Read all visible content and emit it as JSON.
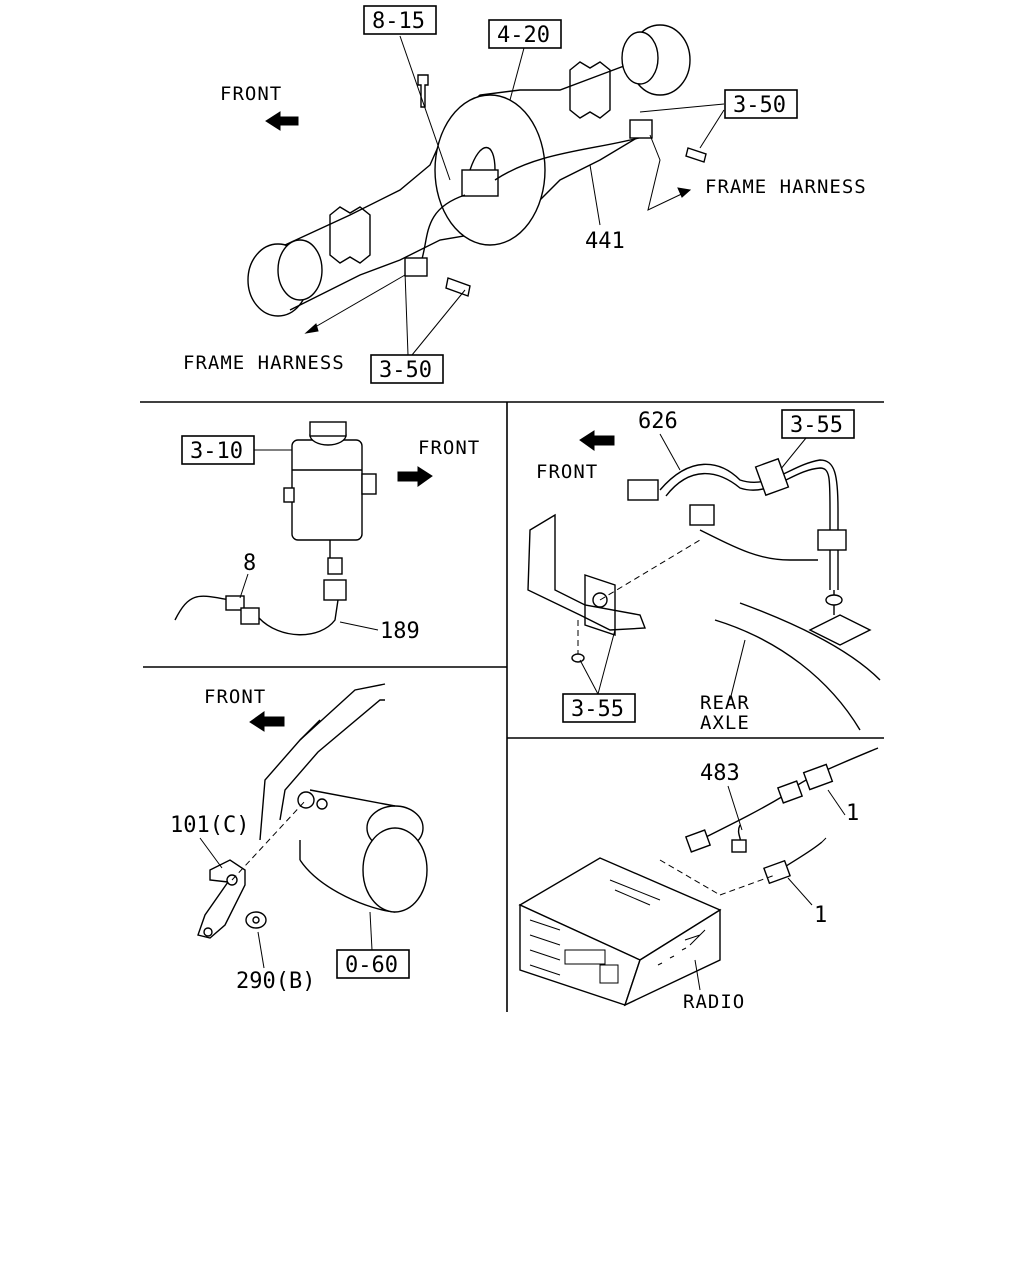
{
  "panels": {
    "axle_harness": {
      "front_label": "FRONT",
      "frame_harness_right": "FRAME HARNESS",
      "frame_harness_left": "FRAME HARNESS",
      "ref_8_15": "8-15",
      "ref_4_20": "4-20",
      "ref_3_50_top": "3-50",
      "ref_3_50_bottom": "3-50",
      "part_441": "441"
    },
    "reservoir": {
      "ref_3_10": "3-10",
      "front_label": "FRONT",
      "part_8": "8",
      "part_189": "189"
    },
    "brake_line": {
      "part_626": "626",
      "ref_3_55_top": "3-55",
      "front_label": "FRONT",
      "ref_3_55_bottom": "3-55",
      "rear_axle_line1": "REAR",
      "rear_axle_line2": "AXLE"
    },
    "starter": {
      "front_label": "FRONT",
      "part_101c": "101(C)",
      "part_290b": "290(B)",
      "ref_0_60": "0-60"
    },
    "radio": {
      "part_483": "483",
      "part_1_top": "1",
      "part_1_bottom": "1",
      "radio_label": "RADIO"
    }
  }
}
